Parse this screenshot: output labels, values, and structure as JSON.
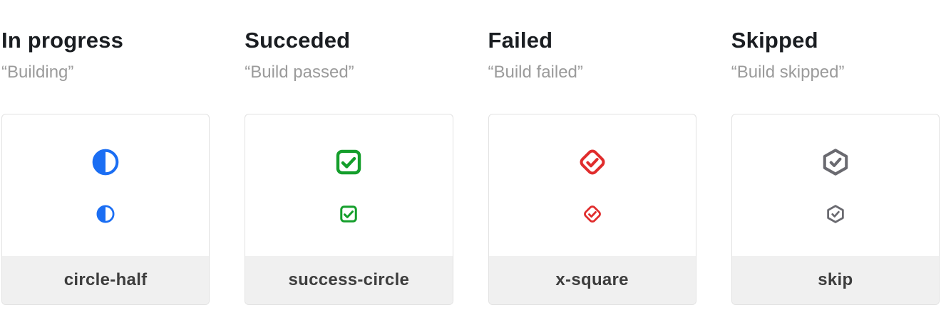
{
  "page": {
    "background": "#ffffff"
  },
  "cards": [
    {
      "title": "In progress",
      "subtitle": "“Building”",
      "label": "circle-half",
      "icon": "circle-half-icon",
      "color": "#1b6ef3"
    },
    {
      "title": "Succeded",
      "subtitle": "“Build passed”",
      "label": "success-circle",
      "icon": "check-square-icon",
      "color": "#149e2b"
    },
    {
      "title": "Failed",
      "subtitle": "“Build failed”",
      "label": "x-square",
      "icon": "check-diamond-icon",
      "color": "#e02c2c"
    },
    {
      "title": "Skipped",
      "subtitle": "“Build skipped”",
      "label": "skip",
      "icon": "check-hexagon-icon",
      "color": "#6a6a70"
    }
  ],
  "styles": {
    "card_border": "#e2e2e2",
    "footer_bg": "#f0f0f0",
    "title_color": "#1a1d21",
    "subtitle_color": "#9b9b9b",
    "label_color": "#3d3d3d"
  }
}
